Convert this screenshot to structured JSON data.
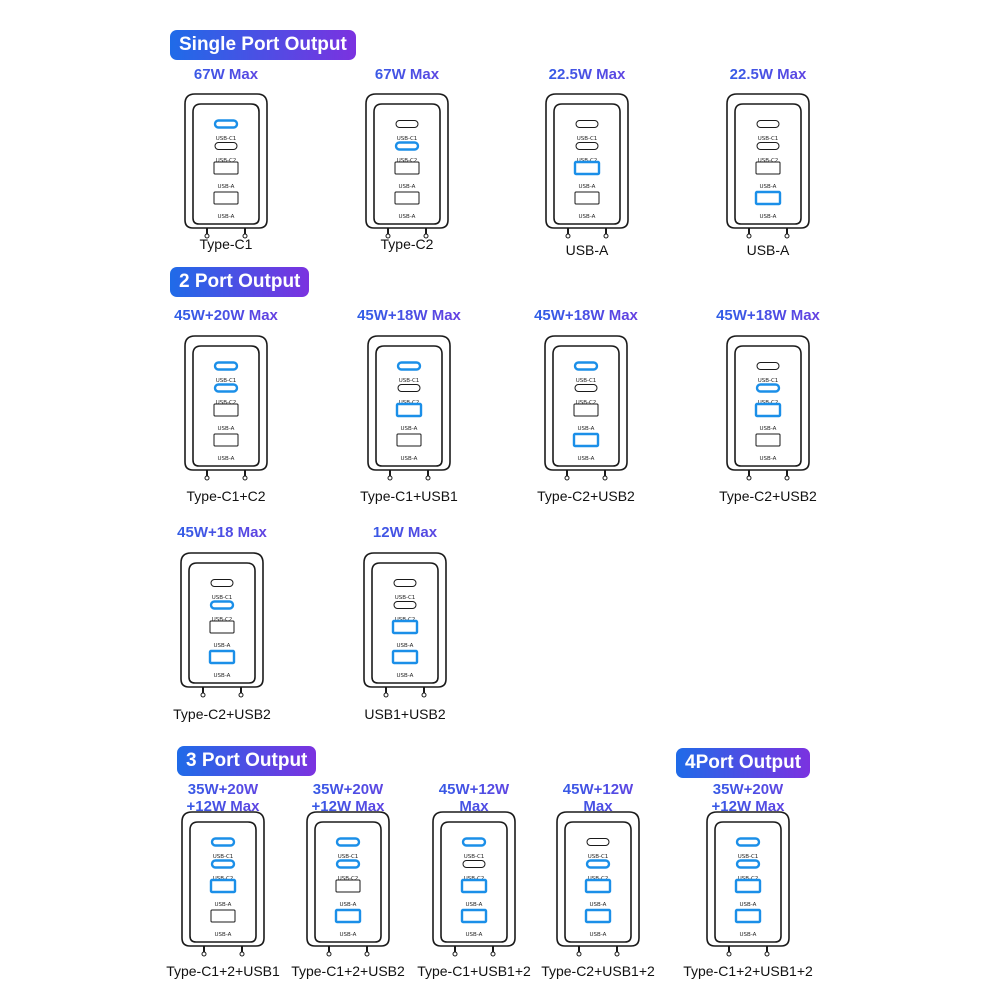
{
  "colors": {
    "active": "#1b8fe8",
    "outline": "#1a1a1a",
    "badge_start": "#1f6be8",
    "badge_end": "#7b32e0"
  },
  "port_labels": {
    "c1": "USB-C1",
    "c2": "USB-C2",
    "a": "USB-A"
  },
  "sections": [
    {
      "title": "Single Port Output"
    },
    {
      "title": "2 Port Output"
    },
    {
      "title": "3 Port Output"
    },
    {
      "title": "4Port Output"
    }
  ],
  "chargers": [
    {
      "watt": "67W Max",
      "caption": "Type-C1",
      "active": [
        1,
        0,
        0,
        0
      ]
    },
    {
      "watt": "67W Max",
      "caption": "Type-C2",
      "active": [
        0,
        1,
        0,
        0
      ]
    },
    {
      "watt": "22.5W Max",
      "caption": "USB-A",
      "active": [
        0,
        0,
        1,
        0
      ]
    },
    {
      "watt": "22.5W Max",
      "caption": "USB-A",
      "active": [
        0,
        0,
        0,
        1
      ]
    },
    {
      "watt": "45W+20W Max",
      "caption": "Type-C1+C2",
      "active": [
        1,
        1,
        0,
        0
      ]
    },
    {
      "watt": "45W+18W Max",
      "caption": "Type-C1+USB1",
      "active": [
        1,
        0,
        1,
        0
      ]
    },
    {
      "watt": "45W+18W Max",
      "caption": "Type-C2+USB2",
      "active": [
        1,
        0,
        0,
        1
      ]
    },
    {
      "watt": "45W+18W Max",
      "caption": "Type-C2+USB2",
      "active": [
        0,
        1,
        1,
        0
      ]
    },
    {
      "watt": "45W+18 Max",
      "caption": "Type-C2+USB2",
      "active": [
        0,
        1,
        0,
        1
      ]
    },
    {
      "watt": "12W Max",
      "caption": "USB1+USB2",
      "active": [
        0,
        0,
        1,
        1
      ]
    },
    {
      "watt": "35W+20W\n+12W Max",
      "caption": "Type-C1+2+USB1",
      "active": [
        1,
        1,
        1,
        0
      ]
    },
    {
      "watt": "35W+20W\n+12W Max",
      "caption": "Type-C1+2+USB2",
      "active": [
        1,
        1,
        0,
        1
      ]
    },
    {
      "watt": "45W+12W\nMax",
      "caption": "Type-C1+USB1+2",
      "active": [
        1,
        0,
        1,
        1
      ]
    },
    {
      "watt": "45W+12W\nMax",
      "caption": "Type-C2+USB1+2",
      "active": [
        0,
        1,
        1,
        1
      ]
    },
    {
      "watt": "35W+20W\n+12W Max",
      "caption": "Type-C1+2+USB1+2",
      "active": [
        1,
        1,
        1,
        1
      ]
    }
  ]
}
